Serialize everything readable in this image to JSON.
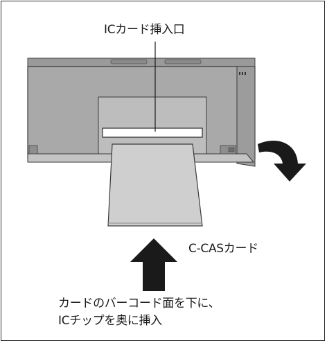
{
  "labels": {
    "slot": "ICカード挿入口",
    "card": "C-CASカード",
    "instruction": "カードのバーコード面を下に、\nICチップを奥に挿入"
  }
}
